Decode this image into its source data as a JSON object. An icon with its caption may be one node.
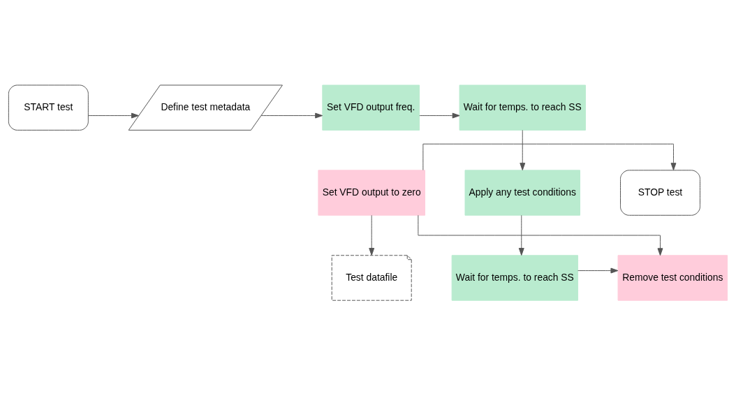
{
  "diagram": {
    "nodes": [
      {
        "text": [
          "START test"
        ]
      },
      {
        "text": [
          "Define test metadata"
        ]
      },
      {
        "text": [
          "Set VFD output freq."
        ]
      },
      {
        "text": [
          "Wait for temps. to reach SS"
        ]
      },
      {
        "text": [
          "Apply any test conditions"
        ]
      },
      {
        "text": [
          "Wait for temps. to reach SS"
        ]
      },
      {
        "text": [
          "Remove test conditions"
        ]
      },
      {
        "text": [
          "Set VFD output to zero"
        ]
      },
      {
        "text": [
          "STOP test"
        ]
      },
      {
        "text": [
          "Test datafile"
        ]
      }
    ],
    "edges": [
      {
        "from": 0,
        "to": 1,
        "arrow": "to"
      },
      {
        "from": 1,
        "to": 2,
        "arrow": "to"
      },
      {
        "from": 2,
        "to": 3,
        "arrow": "to"
      },
      {
        "from": 3,
        "to": 4,
        "arrow": "to"
      },
      {
        "from": 4,
        "to": 5,
        "arrow": "to"
      },
      {
        "from": 5,
        "to": 6,
        "arrow": "to"
      },
      {
        "from": 7,
        "to": 6,
        "arrow": "to"
      },
      {
        "from": 7,
        "to": 8,
        "arrow": "to"
      },
      {
        "from": 7,
        "to": 9,
        "arrow": "to"
      }
    ]
  }
}
